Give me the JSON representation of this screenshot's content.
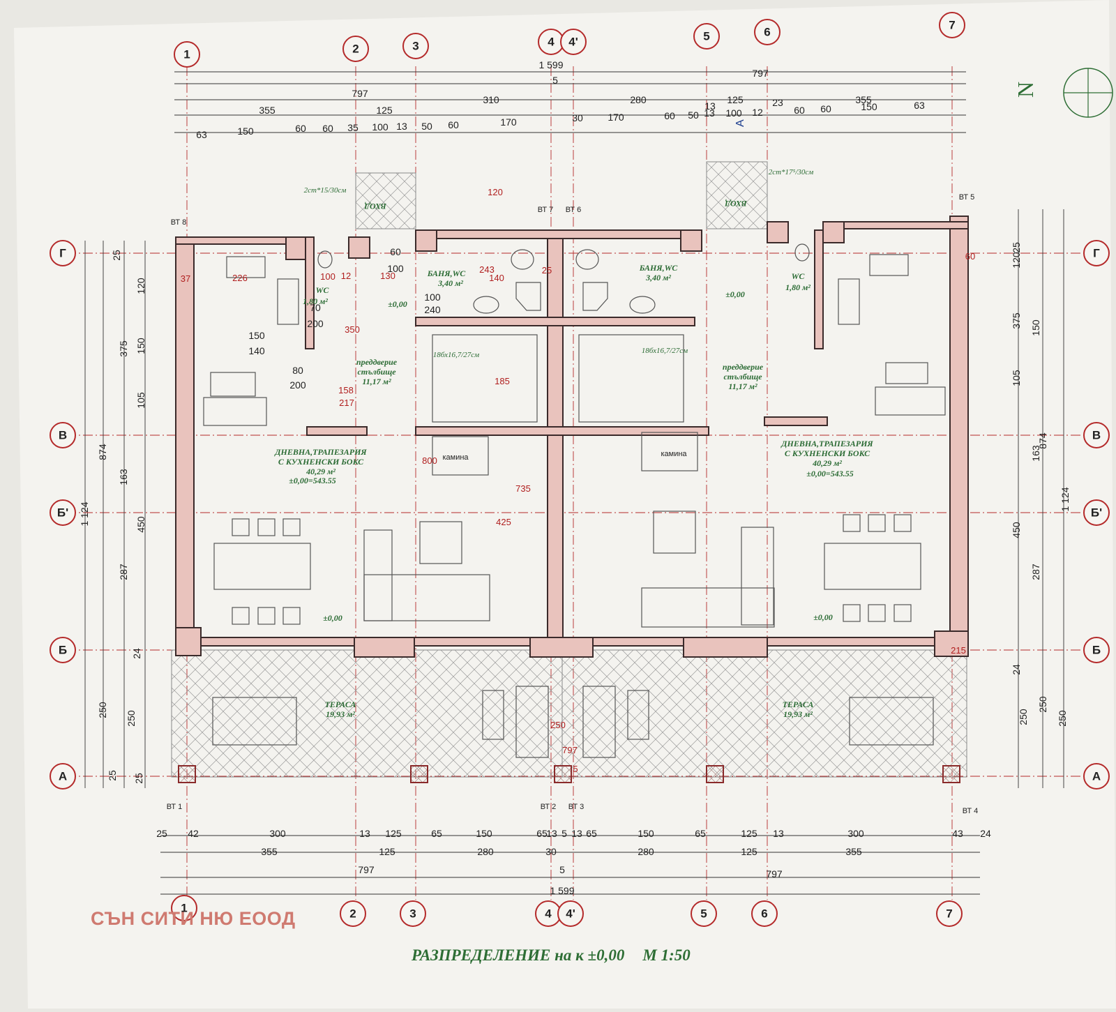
{
  "company": "СЪН СИТИ НЮ ЕООД",
  "drawing_title": "РАЗПРЕДЕЛЕНИЕ на к ±0,00",
  "scale": "М 1:50",
  "north_label": "N",
  "axes_x": [
    "1",
    "2",
    "3",
    "4",
    "4'",
    "5",
    "6",
    "7"
  ],
  "axes_y": [
    "Г",
    "В",
    "Б'",
    "Б",
    "А"
  ],
  "top_dims": {
    "total": "1 599",
    "halves": [
      "797",
      "5",
      "797"
    ],
    "row3": [
      "355",
      "125",
      "310",
      "280",
      "125",
      "355"
    ],
    "row3_small": [
      "13",
      "23"
    ],
    "row4": [
      "63",
      "150",
      "60",
      "60",
      "35",
      "100",
      "13",
      "50",
      "60",
      "170",
      "30",
      "170",
      "60",
      "50",
      "13",
      "100",
      "12",
      "60",
      "60",
      "150",
      "63"
    ]
  },
  "bottom_dims": {
    "row1": [
      "25",
      "42",
      "300",
      "13",
      "125",
      "65",
      "150",
      "65",
      "13",
      "5",
      "13",
      "65",
      "150",
      "65",
      "125",
      "13",
      "300",
      "43",
      "24"
    ],
    "row2": [
      "355",
      "125",
      "280",
      "30",
      "280",
      "125",
      "355"
    ],
    "halves": [
      "797",
      "5",
      "797"
    ],
    "total": "1 599"
  },
  "side_dims": {
    "left_outer": [
      "1 124"
    ],
    "left_mid": [
      "874",
      "250",
      "25"
    ],
    "left_inner": [
      "25",
      "120",
      "375",
      "150",
      "105",
      "163",
      "450",
      "287",
      "24",
      "250",
      "25"
    ],
    "right_outer": [
      "1 124"
    ],
    "right_mid": [
      "874",
      "250"
    ],
    "right_inner": [
      "25",
      "120",
      "375",
      "150",
      "105",
      "163",
      "450",
      "287",
      "24",
      "250",
      "250"
    ]
  },
  "rooms": {
    "left_living": {
      "name": "ДНЕВНА,ТРАПЕЗАРИЯ",
      "sub": "С КУХНЕНСКИ БОКС",
      "area": "40,29 м²",
      "level": "±0,00=543.55"
    },
    "right_living": {
      "name": "ДНЕВНА,ТРАПЕЗАРИЯ",
      "sub": "С КУХНЕНСКИ БОКС",
      "area": "40,29 м²",
      "level": "±0,00=543.55"
    },
    "left_wc": {
      "name": "WC",
      "area": "1,80 м²"
    },
    "right_wc": {
      "name": "WC",
      "area": "1,80 м²"
    },
    "left_bath": {
      "name": "БАНЯ,WC",
      "area": "3,40 м²"
    },
    "right_bath": {
      "name": "БАНЯ,WC",
      "area": "3,40 м²"
    },
    "left_hall": {
      "name": "преддверие",
      "sub": "стълбище",
      "area": "11,17 м²"
    },
    "right_hall": {
      "name": "преддверие",
      "sub": "стълбище",
      "area": "11,17 м²"
    },
    "left_terrace": {
      "name": "ТЕРАСА",
      "area": "19,93 м²"
    },
    "right_terrace": {
      "name": "ТЕРАСА",
      "area": "19,93 м²"
    }
  },
  "entrance_left": "ВХОД",
  "entrance_right": "ВХОД",
  "stairs_left": "2ст*15/30см",
  "stairs_right": "2ст*17⁵/30см",
  "stair_flight_left": "18бх16,7/27см",
  "stair_flight_right": "18бх16,7/27см",
  "fireplace": "камина",
  "level_marks": [
    "±0,00",
    "±0,00",
    "±0,00",
    "±0,00"
  ],
  "section_mark": "A",
  "bench_marks": [
    "ВТ 1",
    "ВТ 2",
    "ВТ 3",
    "ВТ 4",
    "ВТ 5",
    "ВТ 6",
    "ВТ 7",
    "ВТ 8"
  ],
  "door_dims": [
    "150",
    "140",
    "80",
    "200",
    "70",
    "200",
    "100",
    "240",
    "60",
    "100"
  ],
  "interior_dims": [
    "226",
    "100",
    "12",
    "130",
    "243",
    "25",
    "37",
    "735",
    "800",
    "425",
    "185",
    "217",
    "158",
    "350",
    "140",
    "120",
    "60",
    "215",
    "250",
    "797",
    "5"
  ]
}
